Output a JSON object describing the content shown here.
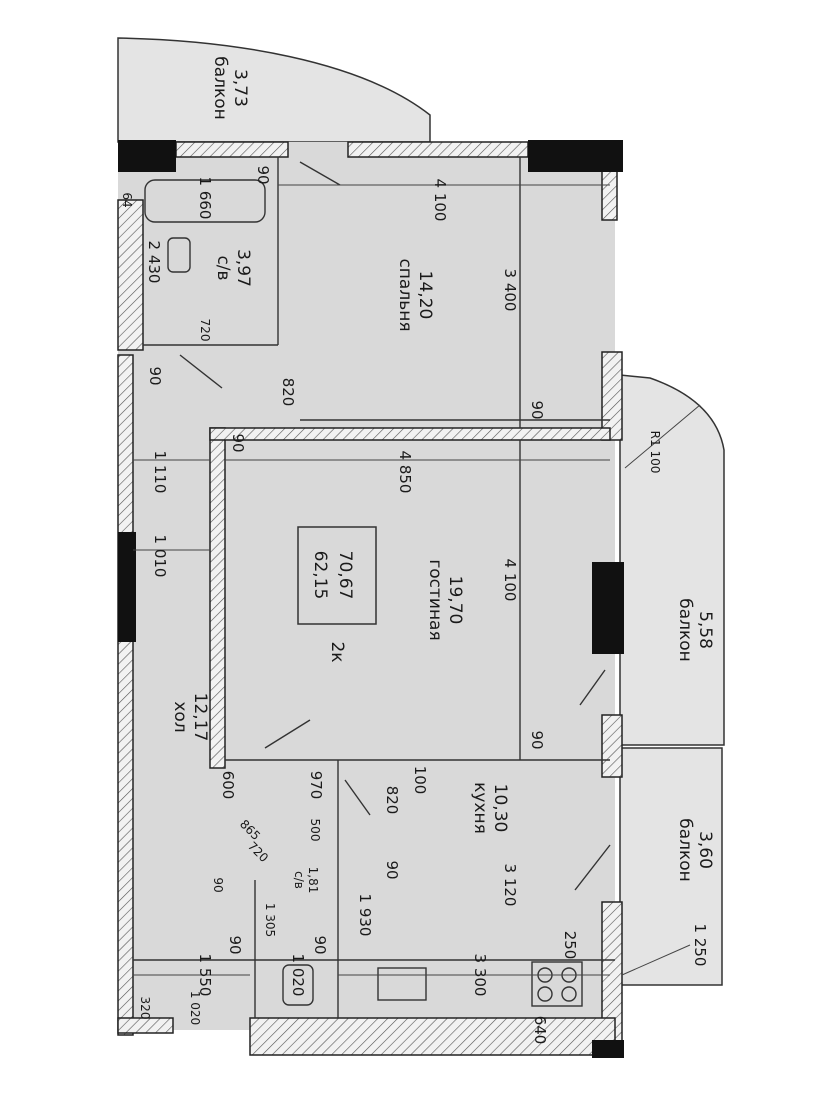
{
  "plan": {
    "flat_type": "2к",
    "total_area_living": "62,15",
    "total_area_full": "70,67"
  },
  "rooms": {
    "bedroom": {
      "name": "спальня",
      "area": "14,20"
    },
    "living": {
      "name": "гостиная",
      "area": "19,70"
    },
    "kitchen": {
      "name": "кухня",
      "area": "10,30"
    },
    "hall": {
      "name": "хол",
      "area": "12,17"
    },
    "bath": {
      "name": "с/в",
      "area": "3,97"
    },
    "wc": {
      "name": "с/в",
      "area": "1,81"
    },
    "balcony_top": {
      "name": "балкон",
      "area": "3,73"
    },
    "balcony_right": {
      "name": "балкон",
      "area": "5,58"
    },
    "balcony_low": {
      "name": "балкон",
      "area": "3,60"
    }
  },
  "dimensions": {
    "d_4100_top": "4 100",
    "d_3400": "3 400",
    "d_1660": "1 660",
    "d_2430": "2 430",
    "d_720a": "720",
    "d_820a": "820",
    "d_90a": "90",
    "d_90b": "90",
    "d_90c": "90",
    "d_90d": "90",
    "d_90e": "90",
    "d_90f": "90",
    "d_90g": "90",
    "d_90h": "90",
    "d_90i": "90",
    "d_1110": "1 110",
    "d_4850": "4 850",
    "d_1010": "1 010",
    "d_4100_mid": "4 100",
    "d_r1100": "R1 100",
    "d_600": "600",
    "d_970": "970",
    "d_100": "100",
    "d_820b": "820",
    "d_865": "865",
    "d_720b": "720",
    "d_500": "500",
    "d_1930": "1 930",
    "d_3120": "3 120",
    "d_1550": "1 550",
    "d_1020a": "1 020",
    "d_1020b": "1 020",
    "d_3300": "3 300",
    "d_250": "250",
    "d_1250": "1 250",
    "d_640": "640",
    "d_1305": "1 305",
    "d_64": "64",
    "d_320": "320"
  }
}
